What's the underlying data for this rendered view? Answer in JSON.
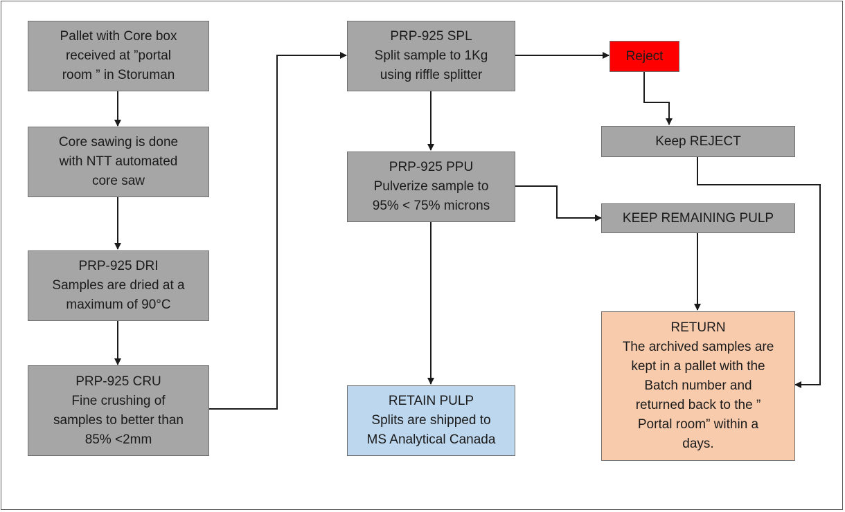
{
  "colors": {
    "gray": "#a6a6a6",
    "reject": "#ff0000",
    "retain": "#bdd7ee",
    "return": "#f8cbad",
    "line": "#1a1a1a"
  },
  "nodes": {
    "pallet": {
      "lines": [
        "Pallet with Core box",
        "received at ”portal",
        "room ” in Storuman"
      ]
    },
    "sawing": {
      "lines": [
        "Core sawing is done",
        "with NTT automated",
        "core saw"
      ]
    },
    "dri": {
      "lines": [
        "PRP-925 DRI",
        "Samples are dried at a",
        "maximum of 90°C"
      ]
    },
    "cru": {
      "lines": [
        "PRP-925 CRU",
        "Fine crushing of",
        "samples to better than",
        "85% <2mm"
      ]
    },
    "spl": {
      "lines": [
        "PRP-925 SPL",
        "Split sample to 1Kg",
        "using riffle splitter"
      ]
    },
    "ppu": {
      "lines": [
        "PRP-925 PPU",
        "Pulverize sample to",
        "95% < 75% microns"
      ]
    },
    "retain": {
      "lines": [
        "RETAIN PULP",
        "Splits are shipped to",
        "MS Analytical Canada"
      ]
    },
    "reject": {
      "lines": [
        "Reject"
      ]
    },
    "keep_reject": {
      "lines": [
        "Keep REJECT"
      ]
    },
    "keep_pulp": {
      "lines": [
        "KEEP REMAINING PULP"
      ]
    },
    "return": {
      "lines": [
        "RETURN",
        "The archived samples are",
        "kept in a pallet  with the",
        "Batch number and",
        "returned back to the ”",
        "Portal room” within a",
        "days."
      ]
    }
  }
}
